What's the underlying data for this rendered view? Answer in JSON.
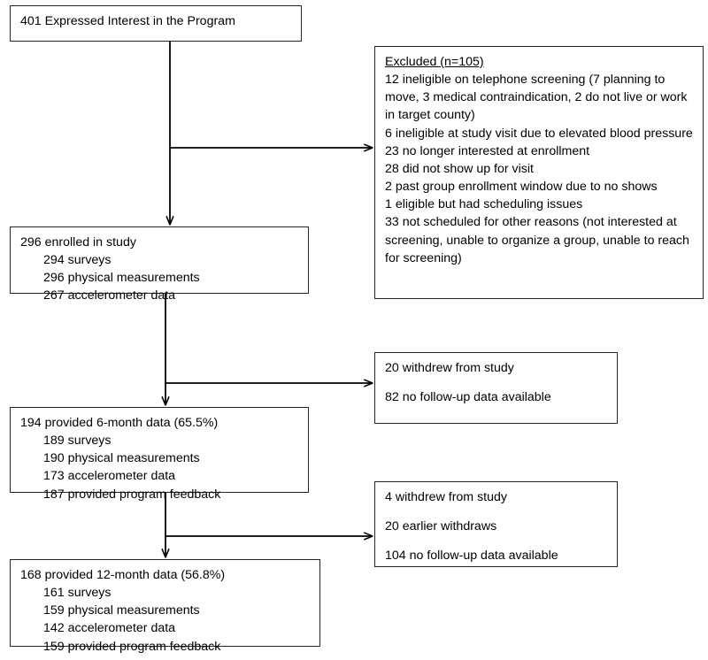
{
  "diagram": {
    "title": "Participant flow diagram",
    "type": "flowchart",
    "nodes": [
      {
        "id": "interest",
        "name": "expressed-interest-box",
        "lines": [
          {
            "text": "401 Expressed Interest in the Program",
            "style": "plain"
          }
        ]
      },
      {
        "id": "enrolled",
        "name": "enrolled-box",
        "lines": [
          {
            "text": "296 enrolled in study",
            "style": "plain"
          },
          {
            "text": "294 surveys",
            "style": "indent"
          },
          {
            "text": "296 physical measurements",
            "style": "indent"
          },
          {
            "text": "267 accelerometer data",
            "style": "indent"
          }
        ]
      },
      {
        "id": "six",
        "name": "six-month-box",
        "lines": [
          {
            "text": "194 provided 6-month data (65.5%)",
            "style": "plain"
          },
          {
            "text": "189 surveys",
            "style": "indent"
          },
          {
            "text": "190 physical measurements",
            "style": "indent"
          },
          {
            "text": "173 accelerometer data",
            "style": "indent"
          },
          {
            "text": "187 provided program feedback",
            "style": "indent"
          }
        ]
      },
      {
        "id": "twelve",
        "name": "twelve-month-box",
        "lines": [
          {
            "text": "168 provided 12-month data (56.8%)",
            "style": "plain"
          },
          {
            "text": "161 surveys",
            "style": "indent"
          },
          {
            "text": "159 physical measurements",
            "style": "indent"
          },
          {
            "text": "142 accelerometer data",
            "style": "indent"
          },
          {
            "text": "159 provided program feedback",
            "style": "indent"
          }
        ]
      },
      {
        "id": "excluded",
        "name": "excluded-box",
        "lines": [
          {
            "text": "Excluded (n=105)",
            "style": "header"
          },
          {
            "text": "12 ineligible on telephone screening (7 planning to move, 3 medical contraindication, 2 do not live or work in target county)",
            "style": "plain"
          },
          {
            "text": "6 ineligible at study visit due to elevated blood pressure",
            "style": "plain"
          },
          {
            "text": "23 no longer interested at enrollment",
            "style": "plain"
          },
          {
            "text": "28 did not show up for visit",
            "style": "plain"
          },
          {
            "text": "2 past group enrollment window due to no shows",
            "style": "plain"
          },
          {
            "text": "1 eligible but had scheduling issues",
            "style": "plain"
          },
          {
            "text": "33 not scheduled for other reasons (not interested at screening, unable to organize a group, unable to reach for screening)",
            "style": "plain"
          }
        ]
      },
      {
        "id": "lost6",
        "name": "lost-to-followup-6-month-box",
        "lines": [
          {
            "text": "20 withdrew from study",
            "style": "plain"
          },
          {
            "text": "",
            "style": "spacer"
          },
          {
            "text": "82 no follow-up data available",
            "style": "plain"
          }
        ]
      },
      {
        "id": "lost12",
        "name": "lost-to-followup-12-month-box",
        "lines": [
          {
            "text": "4 withdrew from study",
            "style": "plain"
          },
          {
            "text": "",
            "style": "spacer"
          },
          {
            "text": "20 earlier withdraws",
            "style": "plain"
          },
          {
            "text": "",
            "style": "spacer"
          },
          {
            "text": "104 no follow-up data available",
            "style": "plain"
          }
        ]
      }
    ],
    "edges": [
      {
        "name": "edge-interest-to-enrolled",
        "from": "interest",
        "to": "enrolled",
        "direction": "down"
      },
      {
        "name": "edge-interest-to-excluded",
        "from": "interest",
        "to": "excluded",
        "direction": "right"
      },
      {
        "name": "edge-enrolled-to-six",
        "from": "enrolled",
        "to": "six",
        "direction": "down"
      },
      {
        "name": "edge-enrolled-to-lost6",
        "from": "enrolled",
        "to": "lost6",
        "direction": "right"
      },
      {
        "name": "edge-six-to-twelve",
        "from": "six",
        "to": "twelve",
        "direction": "down"
      },
      {
        "name": "edge-six-to-lost12",
        "from": "six",
        "to": "lost12",
        "direction": "right"
      }
    ],
    "colors": {
      "box_border": "#262626",
      "connector": "#000000",
      "background": "#ffffff",
      "text": "#000000"
    }
  }
}
